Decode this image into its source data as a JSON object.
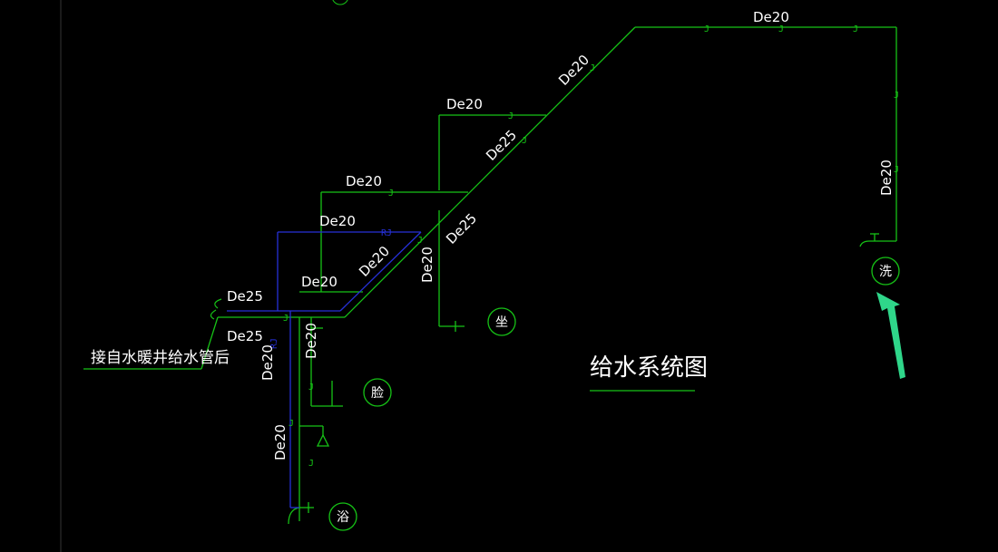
{
  "title": "给水系统图",
  "source_note": "接自水暖井给水管后",
  "pipe_labels": {
    "p1": "De20",
    "p2": "De20",
    "p3": "De20",
    "p4": "De25",
    "p5": "De20",
    "p6": "De20",
    "p7": "De25",
    "p8": "De20",
    "p9": "De20",
    "p10": "De20",
    "p11": "De25",
    "p12": "De25",
    "p13": "De20",
    "p14": "De20",
    "p15": "De20",
    "p16": "De20"
  },
  "fixtures": {
    "wash": "洗",
    "toilet": "坐",
    "basin": "脸",
    "bath": "浴"
  },
  "markers": {
    "cold": "J",
    "hot": "RJ"
  },
  "colors": {
    "background": "#000000",
    "cold_pipe": "#16c216",
    "hot_pipe": "#2630d8",
    "text": "#ffffff",
    "arrow": "#2fd68a",
    "frame": "#333333"
  }
}
